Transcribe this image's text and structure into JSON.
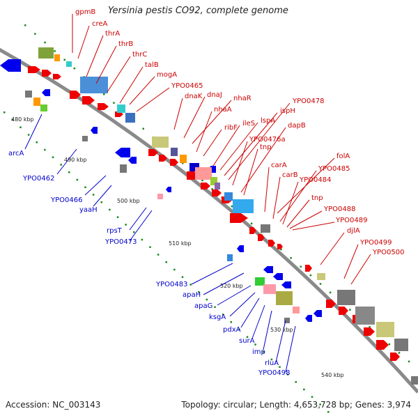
{
  "title": "Yersinia pestis CO92, complete genome",
  "footer": {
    "accession": "Accession: NC_003143",
    "summary": "Topology: circular; Length: 4,653,728 bp; Genes: 3,974"
  },
  "kbp_ticks": [
    "480 kbp",
    "490 kbp",
    "500 kbp",
    "510 kbp",
    "520 kbp",
    "530 kbp",
    "540 kbp"
  ],
  "labels_forward": [
    "gpmB",
    "creA",
    "thrA",
    "thrB",
    "thrC",
    "talB",
    "mogA",
    "YPO0465",
    "dnaK",
    "dnaJ",
    "nhaR",
    "nhaA",
    "ribF",
    "ileS",
    "lspA",
    "ispH",
    "YPO0478",
    "YPO0476a",
    "dapB",
    "tnp",
    "carA",
    "carB",
    "folA",
    "YPO0485",
    "YPO0484",
    "tnp",
    "YPO0488",
    "YPO0489",
    "djlA",
    "YPO0499",
    "YPO0500"
  ],
  "labels_reverse": [
    "arcA",
    "YPO0462",
    "YPO0466",
    "yaaH",
    "rpsT",
    "YPO0473",
    "YPO0483",
    "apaH",
    "apaG",
    "ksgA",
    "pdxA",
    "surA",
    "imp",
    "rluA",
    "YPO0498"
  ],
  "colors": {
    "forward_label": "#cc0000",
    "reverse_label": "#0000cc",
    "backbone": "#8c8c8c",
    "tick": "#1a8a1a"
  }
}
